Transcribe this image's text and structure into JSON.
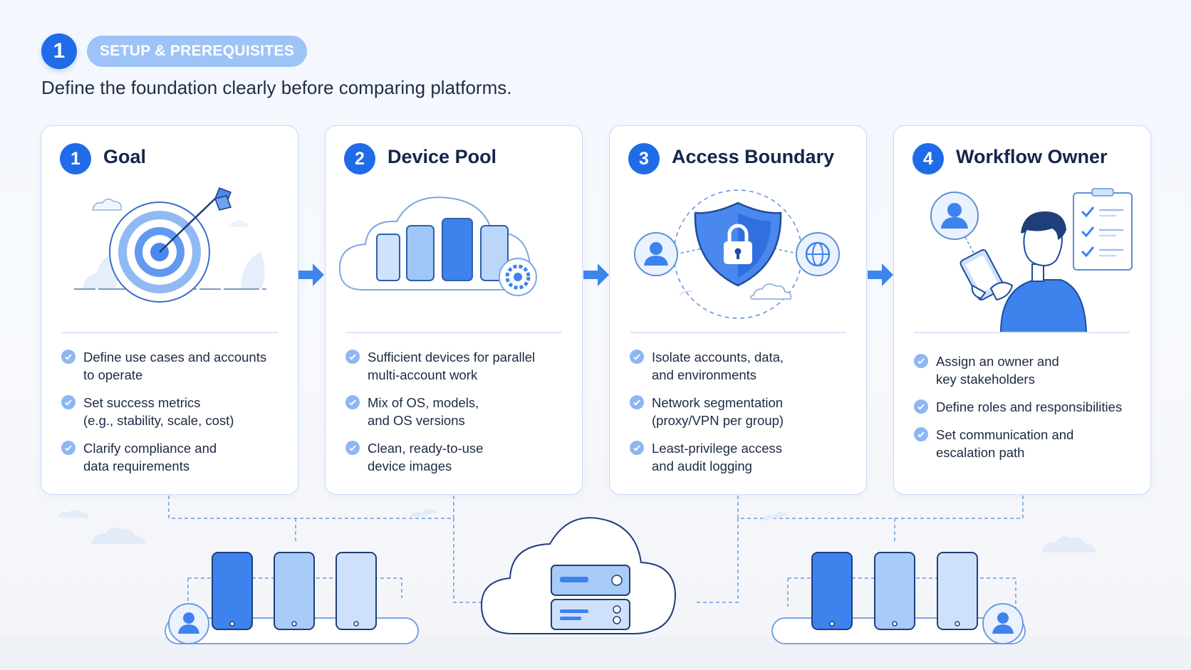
{
  "header": {
    "step_number": "1",
    "section_label": "SETUP & PREREQUISITES",
    "subtitle": "Define the foundation clearly before comparing platforms."
  },
  "cards": [
    {
      "number": "1",
      "title": "Goal",
      "illustration": "target-with-arrow-icon",
      "bullets": [
        "Define use cases and accounts\nto operate",
        "Set success metrics\n(e.g., stability, scale, cost)",
        "Clarify compliance and\ndata requirements"
      ]
    },
    {
      "number": "2",
      "title": "Device Pool",
      "illustration": "cloud-with-phones-icon",
      "bullets": [
        "Sufficient devices for parallel\nmulti-account work",
        "Mix of OS, models,\nand OS versions",
        "Clean, ready-to-use\ndevice images"
      ]
    },
    {
      "number": "3",
      "title": "Access Boundary",
      "illustration": "shield-lock-icon",
      "bullets": [
        "Isolate accounts, data,\nand environments",
        "Network segmentation\n(proxy/VPN per group)",
        "Least-privilege access\nand audit logging"
      ]
    },
    {
      "number": "4",
      "title": "Workflow Owner",
      "illustration": "person-with-tablet-icon",
      "bullets": [
        "Assign an owner and\nkey stakeholders",
        "Define roles and responsibilities",
        "Set communication and\nescalation path"
      ]
    }
  ],
  "colors": {
    "accent": "#1f6be8",
    "accent_light": "#9ec3f7",
    "check": "#8db7f3",
    "card_border": "#c9daf3"
  }
}
